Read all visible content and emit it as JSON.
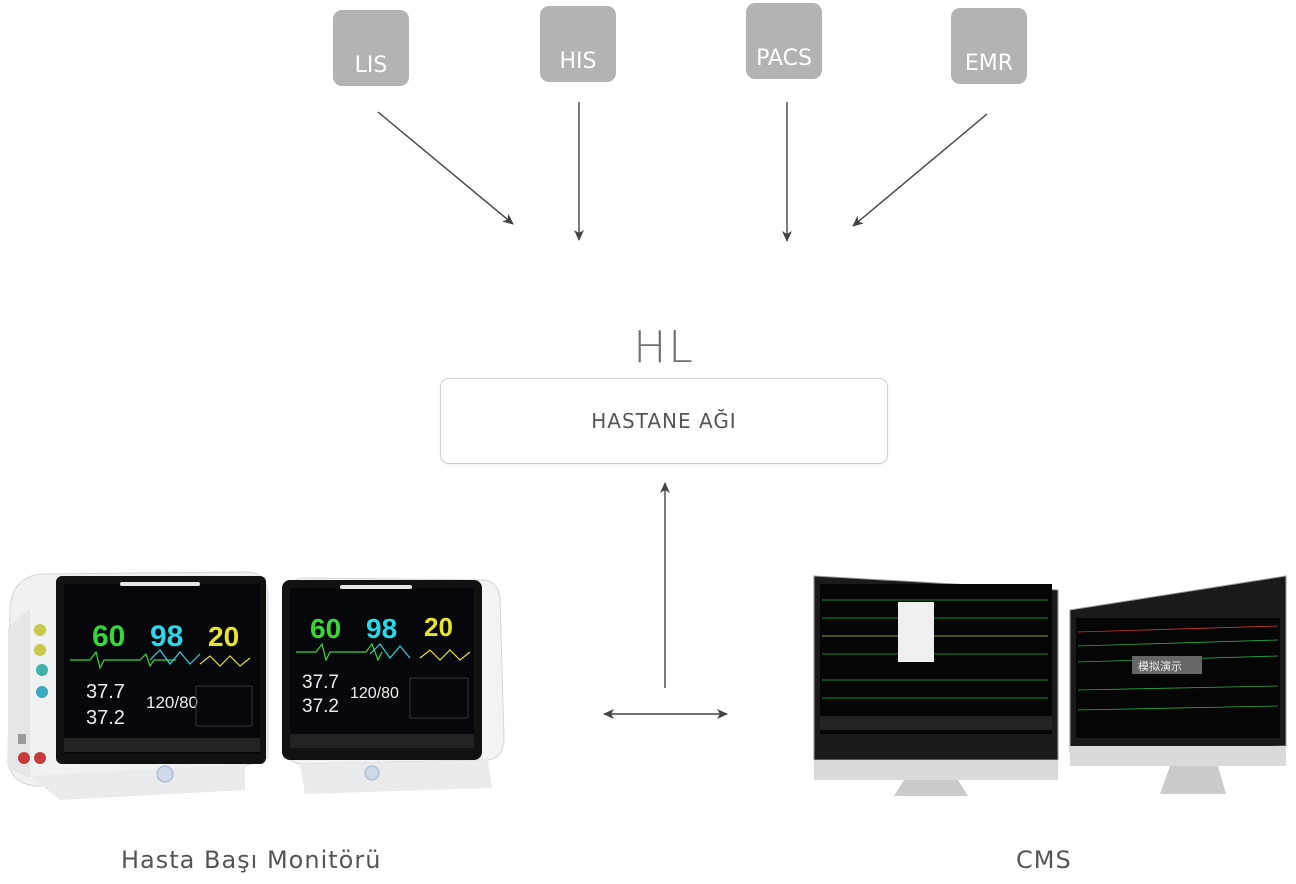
{
  "systems": [
    {
      "label": "LIS"
    },
    {
      "label": "HIS"
    },
    {
      "label": "PACS"
    },
    {
      "label": "EMR"
    }
  ],
  "protocol_label": "HL",
  "network_label": "HASTANE AĞI",
  "devices": {
    "bedside_caption": "Hasta Başı Monitörü",
    "cms_caption": "CMS",
    "monitor_readings": {
      "hr": "60",
      "spo2": "98",
      "resp": "20",
      "temp1": "37.7",
      "temp2": "37.2",
      "nibp": "120/80"
    },
    "cms_overlay_text": "模拟演示"
  },
  "colors": {
    "system_box": "#b3b3b3",
    "arrow": "#444444",
    "hr": "#39d63b",
    "spo2": "#2fd6e8",
    "resp": "#e6e62a"
  }
}
